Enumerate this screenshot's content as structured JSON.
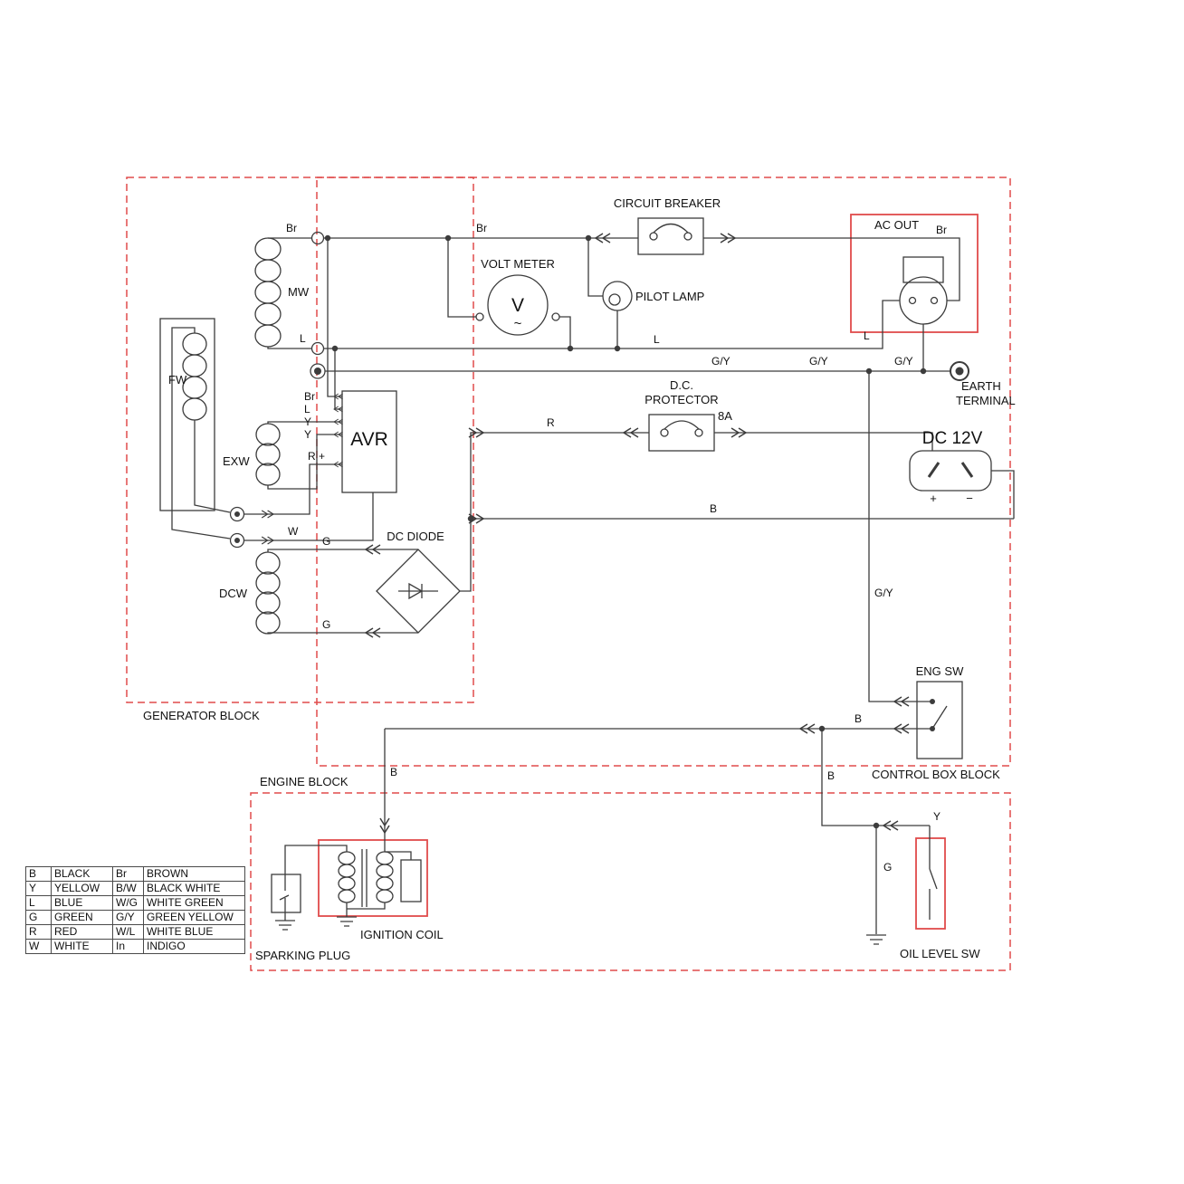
{
  "colors": {
    "accent_red": "#e04b4b",
    "wire": "#3c3c3c",
    "text": "#111111"
  },
  "blocks": {
    "generator": "GENERATOR BLOCK",
    "engine": "ENGINE BLOCK",
    "control_box": "CONTROL BOX BLOCK"
  },
  "components": {
    "circuit_breaker": "CIRCUIT BREAKER",
    "volt_meter": "VOLT METER",
    "volt_meter_v": "V",
    "volt_meter_wave": "~",
    "pilot_lamp": "PILOT LAMP",
    "ac_out": "AC OUT",
    "earth_terminal_line1": "EARTH",
    "earth_terminal_line2": "TERMINAL",
    "dc_protector_line1": "D.C.",
    "dc_protector_line2": "PROTECTOR",
    "dc_protector_rating": "8A",
    "dc_12v": "DC 12V",
    "dc_12v_plus": "+",
    "dc_12v_minus": "−",
    "dc_diode": "DC DIODE",
    "avr": "AVR",
    "avr_r_plus": "R +",
    "eng_sw": "ENG SW",
    "oil_level_sw": "OIL LEVEL SW",
    "ignition_coil": "IGNITION COIL",
    "sparking_plug": "SPARKING PLUG",
    "winding_mw": "MW",
    "winding_fw": "FW",
    "winding_exw": "EXW",
    "winding_dcw": "DCW"
  },
  "wire_codes": {
    "brown": "Br",
    "blue": "L",
    "green_yellow": "G/Y",
    "red": "R",
    "black": "B",
    "white": "W",
    "green": "G",
    "yellow": "Y"
  },
  "legend": {
    "rows": [
      {
        "code1": "B",
        "name1": "BLACK",
        "code2": "Br",
        "name2": "BROWN"
      },
      {
        "code1": "Y",
        "name1": "YELLOW",
        "code2": "B/W",
        "name2": "BLACK WHITE"
      },
      {
        "code1": "L",
        "name1": "BLUE",
        "code2": "W/G",
        "name2": "WHITE GREEN"
      },
      {
        "code1": "G",
        "name1": "GREEN",
        "code2": "G/Y",
        "name2": "GREEN YELLOW"
      },
      {
        "code1": "R",
        "name1": "RED",
        "code2": "W/L",
        "name2": "WHITE BLUE"
      },
      {
        "code1": "W",
        "name1": "WHITE",
        "code2": "In",
        "name2": "INDIGO"
      }
    ]
  }
}
